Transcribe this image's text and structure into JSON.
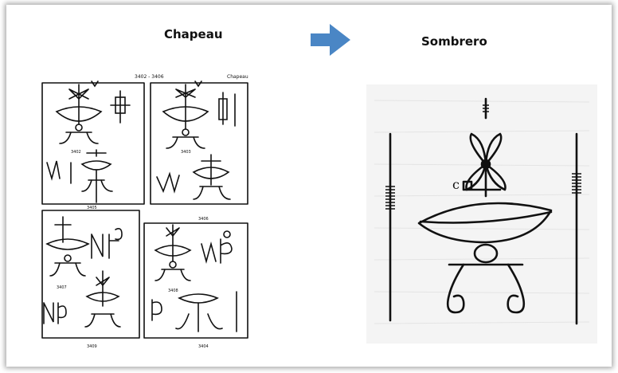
{
  "titles": {
    "left": "Chapeau",
    "right": "Sombrero"
  },
  "arrow": {
    "icon": "right-arrow-icon",
    "color": "#4a86c5"
  },
  "left_figure": {
    "icon": "watermark-catalog-page-image",
    "description_labels": {
      "top_center": "3402 - 3406",
      "top_right": "Chapeau",
      "n1": "3402",
      "n2": "3403",
      "n3": "3404",
      "n4": "3405",
      "n5": "3406",
      "n6": "3407",
      "n7": "3408",
      "n8": "3409"
    }
  },
  "right_figure": {
    "icon": "sombrero-watermark-drawing-image",
    "letter": "c"
  }
}
